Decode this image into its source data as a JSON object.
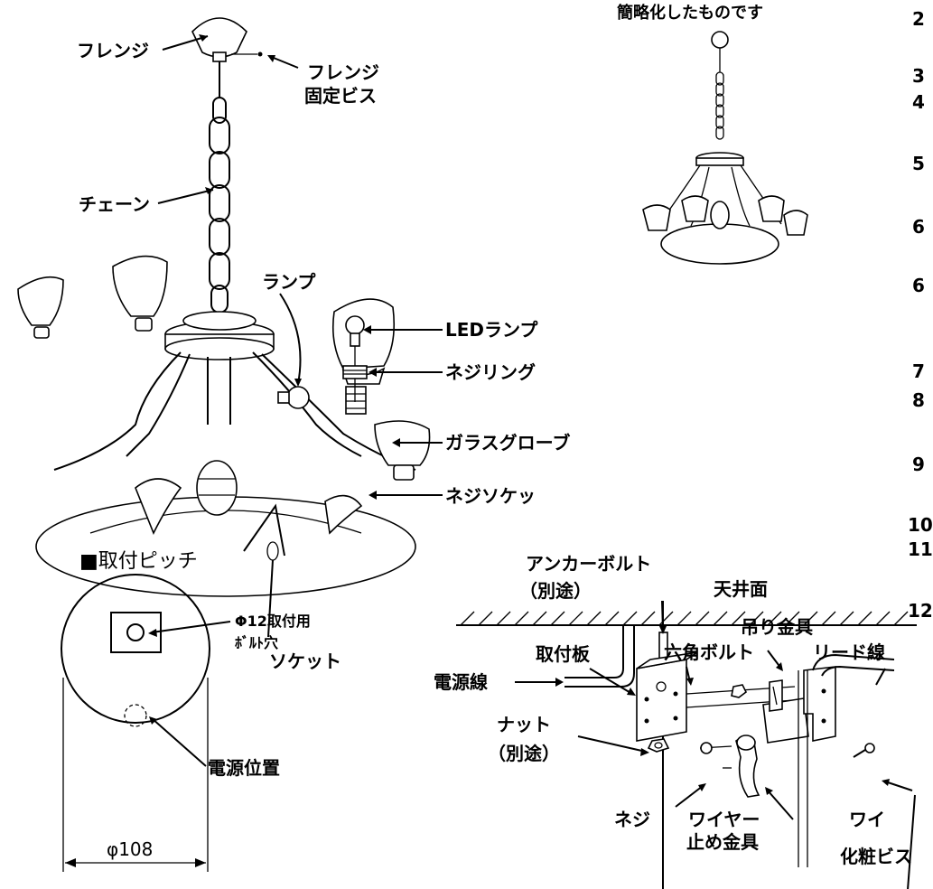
{
  "labels": {
    "flange": "フレンジ",
    "flange_screw_1": "フレンジ",
    "flange_screw_2": "固定ビス",
    "chain": "チェーン",
    "led_lamp": "LEDランプ",
    "lamp": "ランプ",
    "screw_ring": "ネジリング",
    "glass_globe": "ガラスグローブ",
    "screw_socket": "ネジソケッ",
    "socket": "ソケット",
    "simplified_note": "簡略化したものです",
    "anchor_bolt_1": "アンカーボルト",
    "anchor_bolt_2": "（別途）",
    "ceiling_surface": "天井面",
    "power_line": "電源線",
    "hex_bolt": "六角ボルト",
    "lead_wire": "リード線",
    "mounting_plate": "取付板",
    "hanger": "吊り金具",
    "nut_1": "ナット",
    "nut_2": "（別途）",
    "screw": "ネジ",
    "wire_stopper_1": "ワイヤー",
    "wire_stopper_2": "止め金具",
    "wire": "ワイ",
    "cosmetic_screw": "化粧ビス",
    "pitch_title": "■取付ピッチ",
    "bolt_hole_1": "Φ12取付用",
    "bolt_hole_2": "ﾎﾞﾙﾄ穴",
    "power_position": "電源位置",
    "diameter": "φ108"
  },
  "step_numbers": [
    "2",
    "3",
    "4",
    "5",
    "6",
    "6",
    "7",
    "8",
    "9",
    "10",
    "11",
    "12"
  ]
}
